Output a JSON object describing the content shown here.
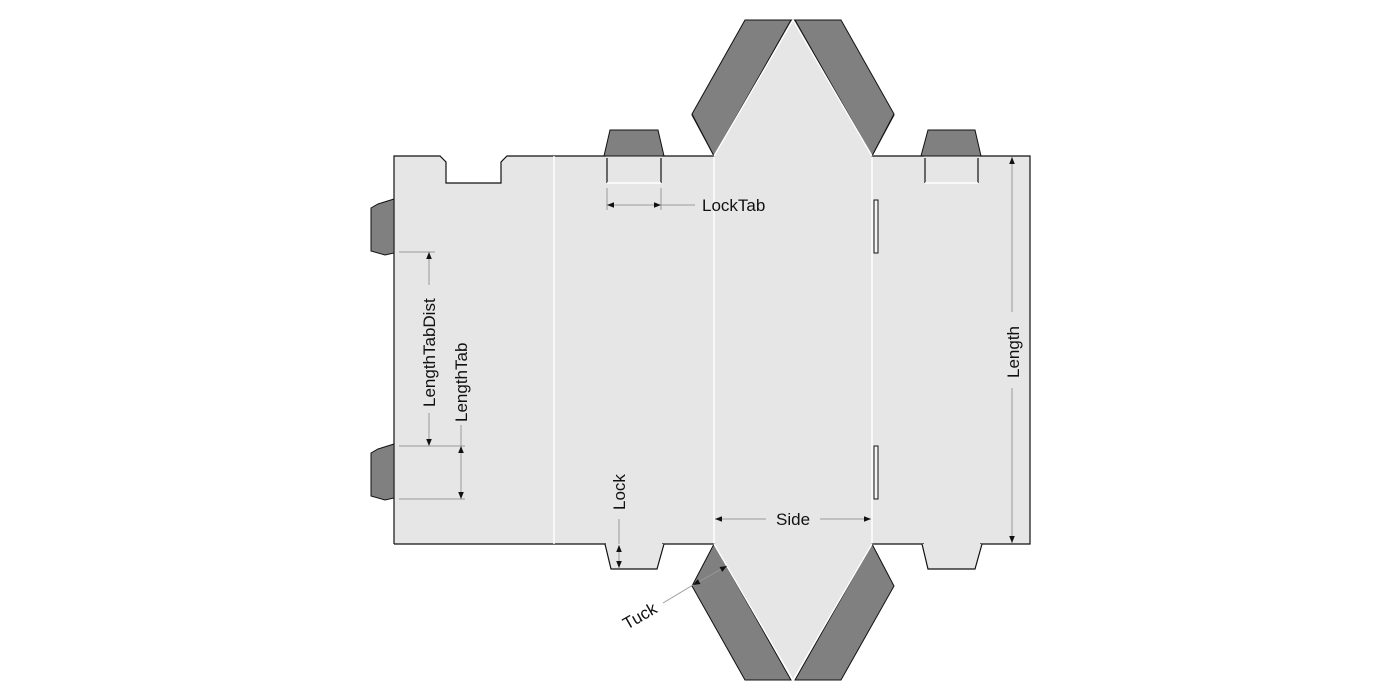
{
  "diagram": {
    "type": "box-dieline",
    "colors": {
      "panel": "#e6e6e6",
      "flap": "#808080",
      "cut_line": "#111111",
      "fold_line": "#ffffff",
      "dimension_line": "#999999"
    },
    "labels": {
      "lock_tab": "LockTab",
      "length_tab_dist": "LengthTabDist",
      "length_tab": "LengthTab",
      "length": "Length",
      "side": "Side",
      "lock": "Lock",
      "tuck": "Tuck"
    }
  }
}
